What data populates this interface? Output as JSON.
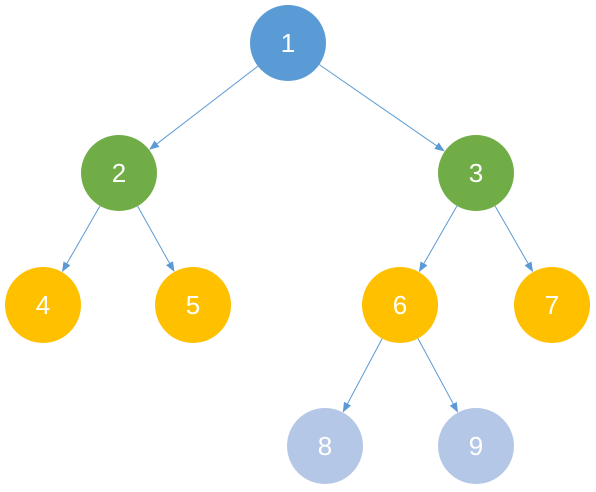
{
  "colors": {
    "root": "#5B9BD5",
    "level2": "#70AD47",
    "level3": "#FFC000",
    "level4": "#B4C7E7",
    "edge": "#5B9BD5",
    "label": "#FFFFFF"
  },
  "nodes": [
    {
      "id": "1",
      "label": "1",
      "level": "root"
    },
    {
      "id": "2",
      "label": "2",
      "level": "level2"
    },
    {
      "id": "3",
      "label": "3",
      "level": "level2"
    },
    {
      "id": "4",
      "label": "4",
      "level": "level3"
    },
    {
      "id": "5",
      "label": "5",
      "level": "level3"
    },
    {
      "id": "6",
      "label": "6",
      "level": "level3"
    },
    {
      "id": "7",
      "label": "7",
      "level": "level3"
    },
    {
      "id": "8",
      "label": "8",
      "level": "level4"
    },
    {
      "id": "9",
      "label": "9",
      "level": "level4"
    }
  ],
  "edges": [
    {
      "from": "1",
      "to": "2"
    },
    {
      "from": "1",
      "to": "3"
    },
    {
      "from": "2",
      "to": "4"
    },
    {
      "from": "2",
      "to": "5"
    },
    {
      "from": "3",
      "to": "6"
    },
    {
      "from": "3",
      "to": "7"
    },
    {
      "from": "6",
      "to": "8"
    },
    {
      "from": "6",
      "to": "9"
    }
  ]
}
